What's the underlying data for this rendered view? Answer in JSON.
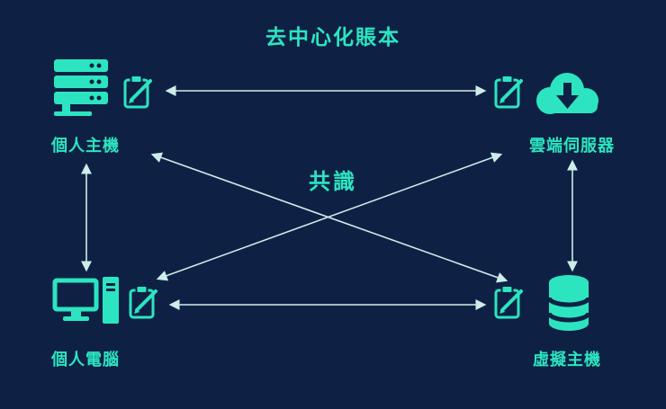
{
  "title": "去中心化賬本",
  "center_label": "共識",
  "colors": {
    "background": "#0e2145",
    "accent": "#2ce5c0",
    "arrow": "#cdede9"
  },
  "nodes": [
    {
      "id": "personal-host",
      "label": "個人主機",
      "icon": "server-stack-icon",
      "position": "top-left"
    },
    {
      "id": "cloud-server",
      "label": "雲端伺服器",
      "icon": "cloud-download-icon",
      "position": "top-right"
    },
    {
      "id": "personal-computer",
      "label": "個人電腦",
      "icon": "desktop-computer-icon",
      "position": "bottom-left"
    },
    {
      "id": "virtual-host",
      "label": "虛擬主機",
      "icon": "database-icon",
      "position": "bottom-right"
    }
  ],
  "ledger_icons": [
    {
      "icon": "clipboard-pen-icon",
      "position": "top-left"
    },
    {
      "icon": "clipboard-pen-icon",
      "position": "top-right"
    },
    {
      "icon": "clipboard-pen-icon",
      "position": "bottom-left"
    },
    {
      "icon": "clipboard-pen-icon",
      "position": "bottom-right"
    }
  ],
  "connections": [
    {
      "from": "top-left-ledger",
      "to": "top-right-ledger",
      "bidirectional": true
    },
    {
      "from": "bottom-left-ledger",
      "to": "bottom-right-ledger",
      "bidirectional": true
    },
    {
      "from": "personal-host",
      "to": "personal-computer",
      "bidirectional": true
    },
    {
      "from": "cloud-server",
      "to": "virtual-host",
      "bidirectional": true
    },
    {
      "from": "personal-host",
      "to": "virtual-host",
      "bidirectional": true
    },
    {
      "from": "cloud-server",
      "to": "personal-computer",
      "bidirectional": true
    }
  ]
}
